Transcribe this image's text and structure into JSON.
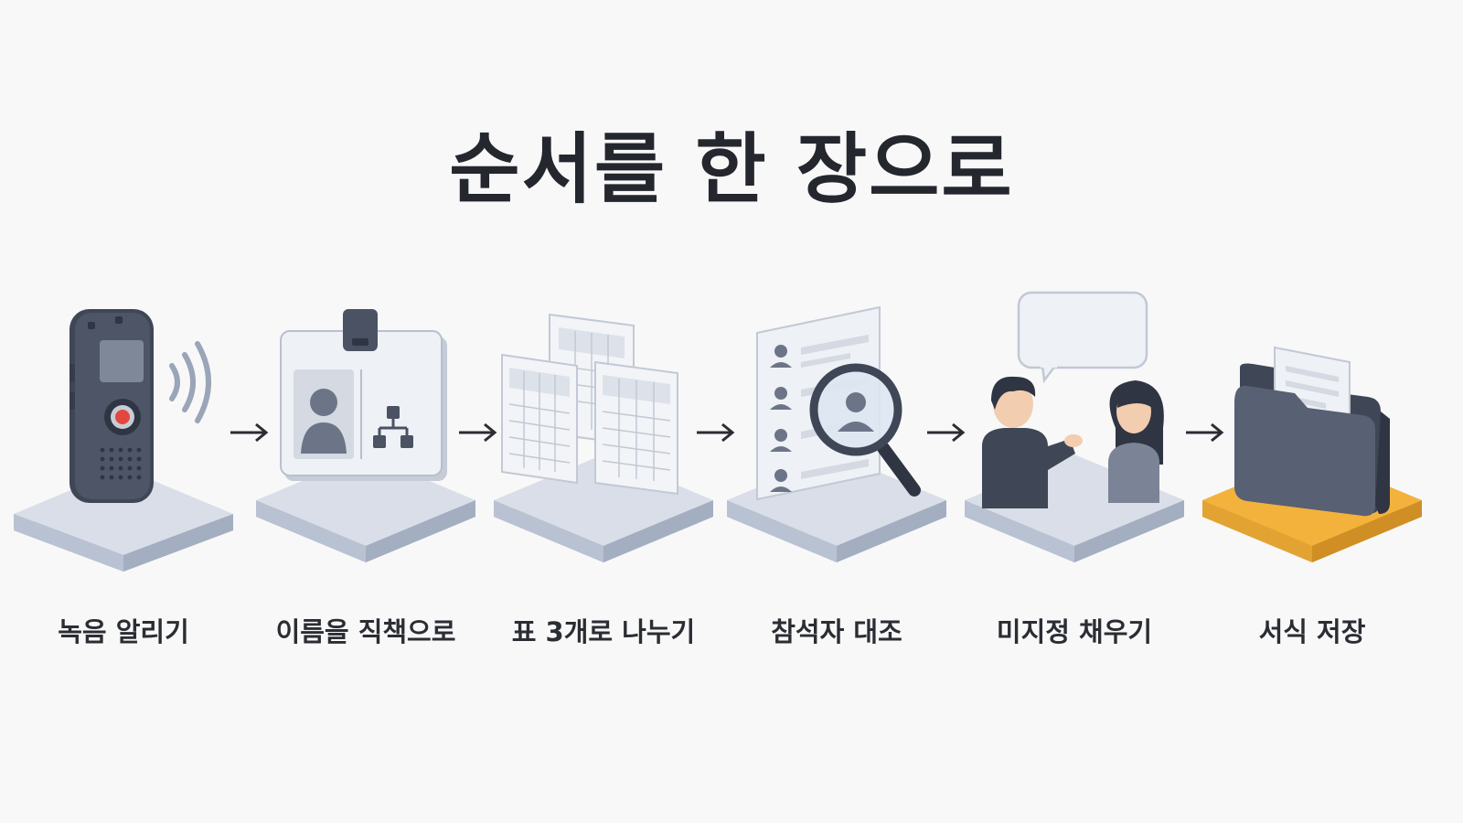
{
  "title": "순서를 한 장으로",
  "steps": [
    {
      "label": "녹음 알리기",
      "icon": "voice-recorder-icon"
    },
    {
      "label": "이름을 직책으로",
      "icon": "id-badge-icon"
    },
    {
      "label": "표 3개로 나누기",
      "icon": "three-tables-icon"
    },
    {
      "label": "참석자 대조",
      "icon": "magnifier-list-icon"
    },
    {
      "label": "미지정 채우기",
      "icon": "conversation-icon"
    },
    {
      "label": "서식 저장",
      "icon": "folder-icon"
    }
  ],
  "colors": {
    "platform": "#c9d1de",
    "platform_highlight": "#f3b23c",
    "dark": "#4a5263",
    "accent_red": "#e2483d",
    "text": "#24272d"
  }
}
